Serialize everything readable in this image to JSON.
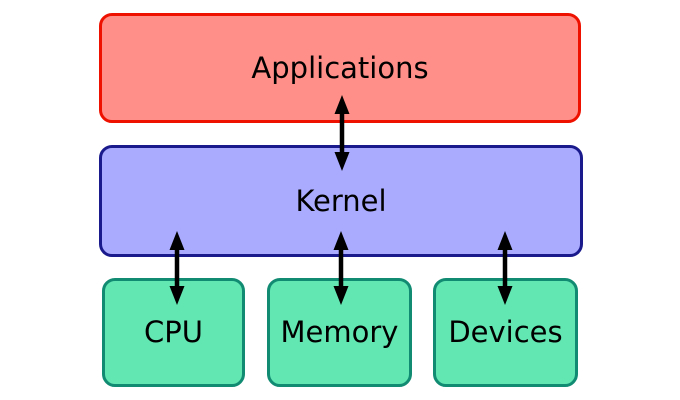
{
  "diagram": {
    "background_color": "#ffffff",
    "arrow_color": "#000000",
    "nodes": {
      "applications": {
        "label": "Applications",
        "fill": "#ff8f88",
        "border": "#ee1100",
        "text_color": "#000000"
      },
      "kernel": {
        "label": "Kernel",
        "fill": "#aaaaff",
        "border": "#1a1a8c",
        "text_color": "#000000"
      },
      "cpu": {
        "label": "CPU",
        "fill": "#62e6b2",
        "border": "#118b72",
        "text_color": "#000000"
      },
      "memory": {
        "label": "Memory",
        "fill": "#62e6b2",
        "border": "#118b72",
        "text_color": "#000000"
      },
      "devices": {
        "label": "Devices",
        "fill": "#62e6b2",
        "border": "#118b72",
        "text_color": "#000000"
      }
    },
    "arrows": [
      {
        "from": "applications",
        "to": "kernel",
        "bidirectional": true
      },
      {
        "from": "kernel",
        "to": "cpu",
        "bidirectional": true
      },
      {
        "from": "kernel",
        "to": "memory",
        "bidirectional": true
      },
      {
        "from": "kernel",
        "to": "devices",
        "bidirectional": true
      }
    ]
  }
}
